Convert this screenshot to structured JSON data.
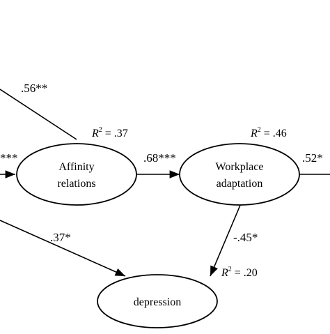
{
  "nodes": {
    "affinity": {
      "line1": "Affinity",
      "line2": "relations"
    },
    "workplace": {
      "line1": "Workplace",
      "line2": "adaptation"
    },
    "depression": {
      "label": "depression"
    }
  },
  "r_squared": {
    "prefix": "R",
    "sup": "2",
    "affinity": " = .37",
    "workplace": " = .46",
    "depression": " = .20"
  },
  "paths": {
    "top_left_to_affinity": ".56**",
    "left_to_affinity": "***",
    "affinity_to_workplace": ".68***",
    "workplace_to_right": ".52*",
    "left_to_depression": ".37*",
    "workplace_to_depression": "-.45*"
  }
}
